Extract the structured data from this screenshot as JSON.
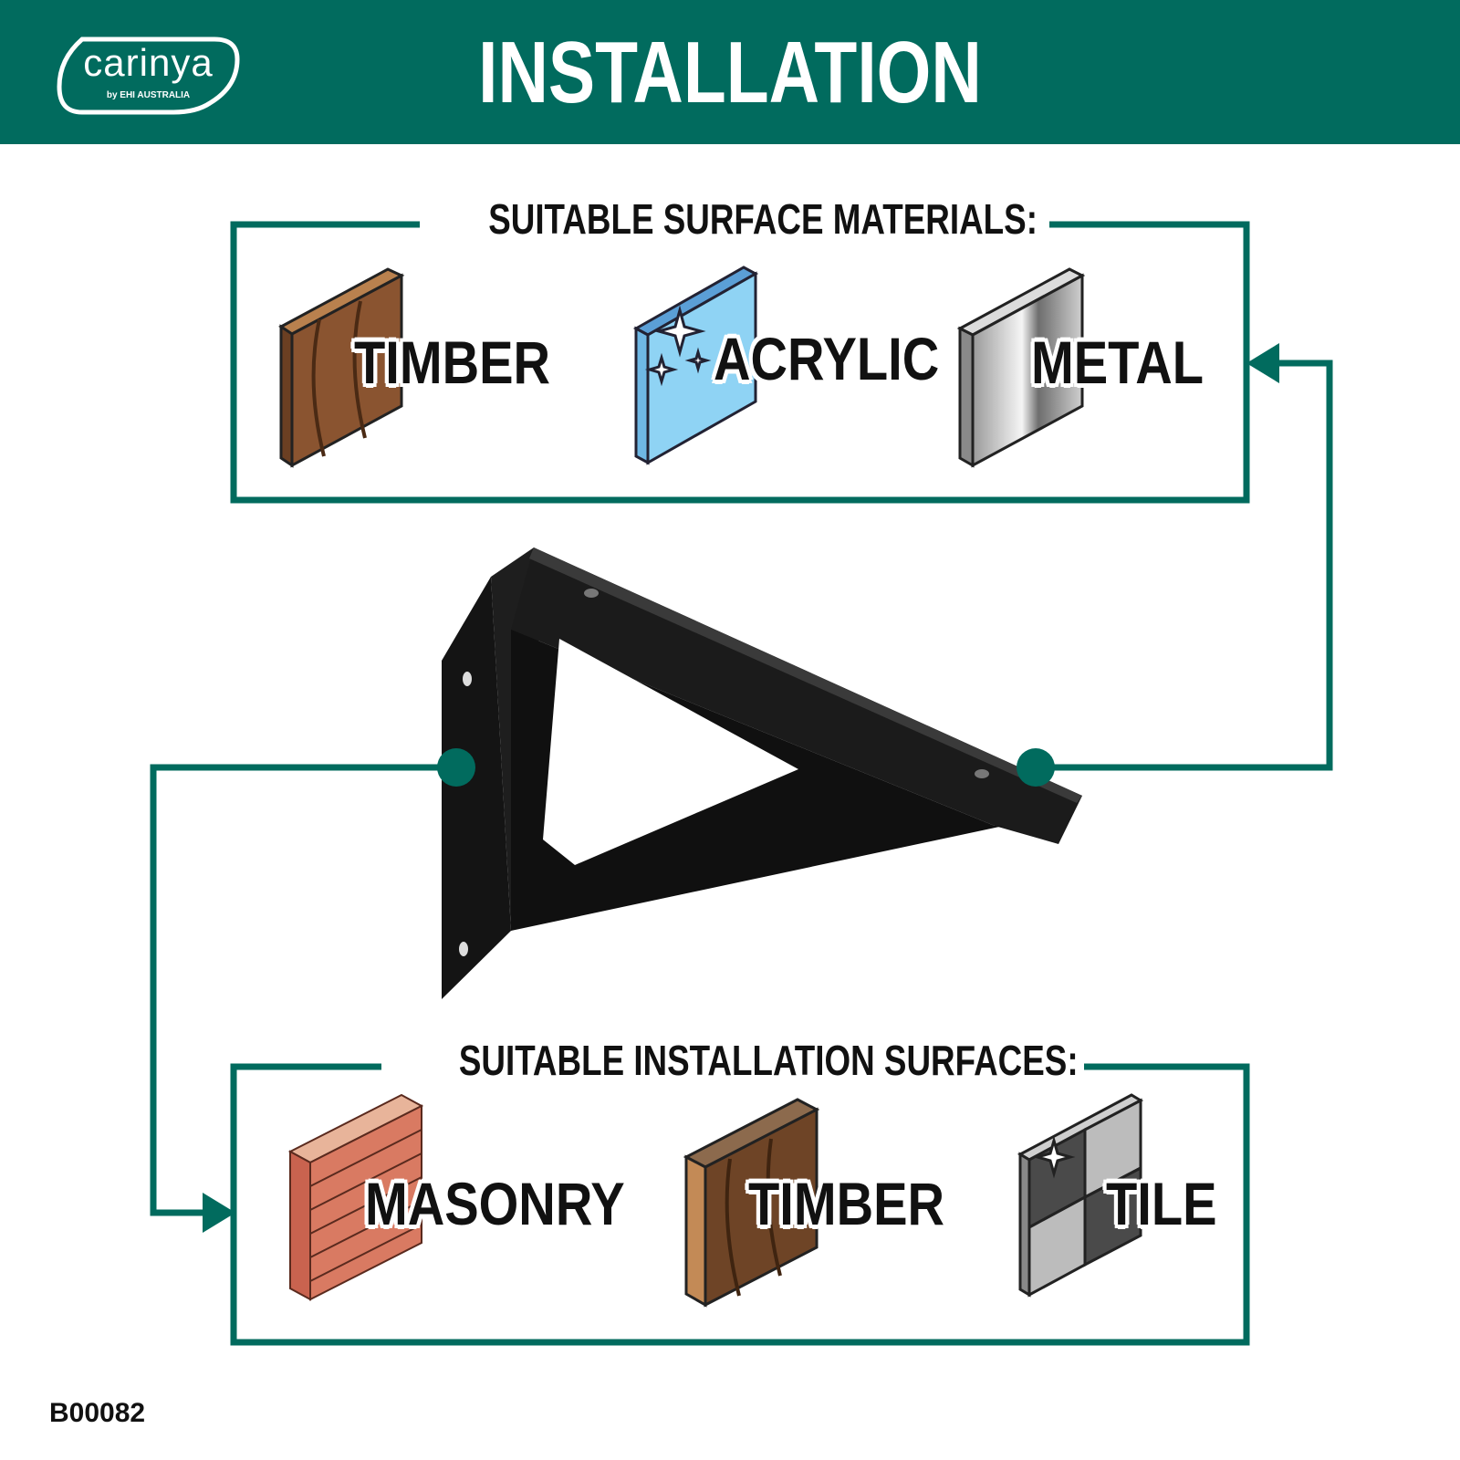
{
  "header": {
    "title": "INSTALLATION",
    "logo": {
      "word": "carinya",
      "sub": "by EHI AUSTRALIA"
    }
  },
  "materials": {
    "title": "SUITABLE SURFACE MATERIALS:",
    "items": [
      {
        "label": "TIMBER",
        "icon": "timber-board-icon"
      },
      {
        "label": "ACRYLIC",
        "icon": "acrylic-panel-icon"
      },
      {
        "label": "METAL",
        "icon": "metal-sheet-icon"
      }
    ]
  },
  "surfaces": {
    "title": "SUITABLE INSTALLATION SURFACES:",
    "items": [
      {
        "label": "MASONRY",
        "icon": "brick-wall-icon"
      },
      {
        "label": "TIMBER",
        "icon": "timber-wall-icon"
      },
      {
        "label": "TILE",
        "icon": "tile-wall-icon"
      }
    ]
  },
  "product": {
    "icon": "black-shelf-bracket"
  },
  "footer": {
    "code": "B00082"
  },
  "colors": {
    "brand": "#016b5e",
    "text": "#111111",
    "background": "#ffffff"
  }
}
